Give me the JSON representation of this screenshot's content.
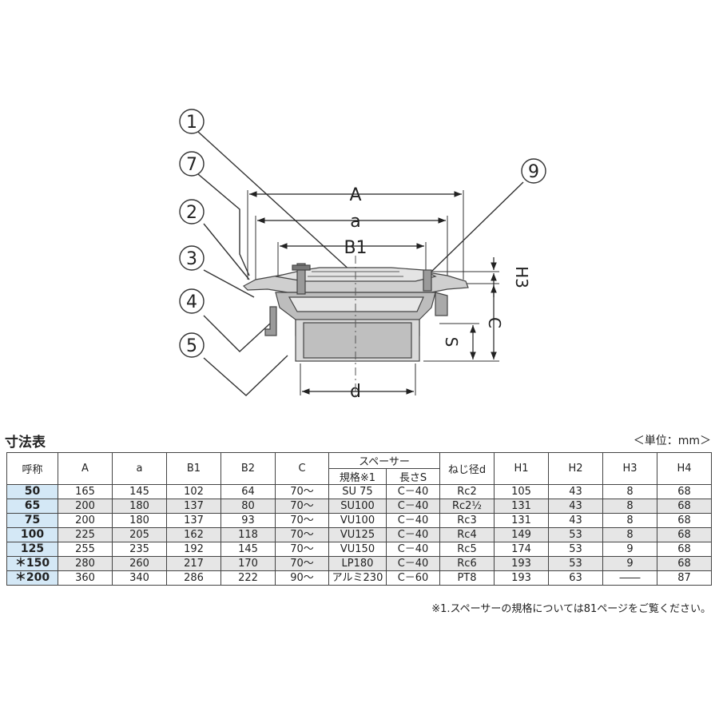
{
  "drawing": {
    "callouts": [
      "1",
      "7",
      "2",
      "3",
      "4",
      "5",
      "9"
    ],
    "dim_labels": {
      "A": "A",
      "a": "a",
      "B1": "B1",
      "H3": "H3",
      "C": "C",
      "S": "S",
      "d": "d"
    }
  },
  "title": "寸法表",
  "unit": "＜単位：mm＞",
  "table": {
    "headers": {
      "nominal": "呼称",
      "A": "A",
      "a": "a",
      "B1": "B1",
      "B2": "B2",
      "C": "C",
      "spacer": "スペーサー",
      "spacer_spec": "規格※1",
      "spacer_len": "長さS",
      "thread": "ねじ径d",
      "H1": "H1",
      "H2": "H2",
      "H3": "H3",
      "H4": "H4"
    },
    "rows": [
      [
        "50",
        "165",
        "145",
        "102",
        "64",
        "70～",
        "SU  75",
        "C－40",
        "Rc2",
        "105",
        "43",
        "8",
        "68"
      ],
      [
        "65",
        "200",
        "180",
        "137",
        "80",
        "70～",
        "SU100",
        "C－40",
        "Rc2½",
        "131",
        "43",
        "8",
        "68"
      ],
      [
        "75",
        "200",
        "180",
        "137",
        "93",
        "70～",
        "VU100",
        "C－40",
        "Rc3",
        "131",
        "43",
        "8",
        "68"
      ],
      [
        "100",
        "225",
        "205",
        "162",
        "118",
        "70～",
        "VU125",
        "C－40",
        "Rc4",
        "149",
        "53",
        "8",
        "68"
      ],
      [
        "125",
        "255",
        "235",
        "192",
        "145",
        "70～",
        "VU150",
        "C－40",
        "Rc5",
        "174",
        "53",
        "9",
        "68"
      ],
      [
        "＊150",
        "280",
        "260",
        "217",
        "170",
        "70～",
        "LP180",
        "C－40",
        "Rc6",
        "193",
        "53",
        "9",
        "68"
      ],
      [
        "＊200",
        "360",
        "340",
        "286",
        "222",
        "90～",
        "アルミ230",
        "C－60",
        "PT8",
        "193",
        "63",
        "――",
        "87"
      ]
    ]
  },
  "note": "※1.スペーサーの規格については81ページをご覧ください。"
}
